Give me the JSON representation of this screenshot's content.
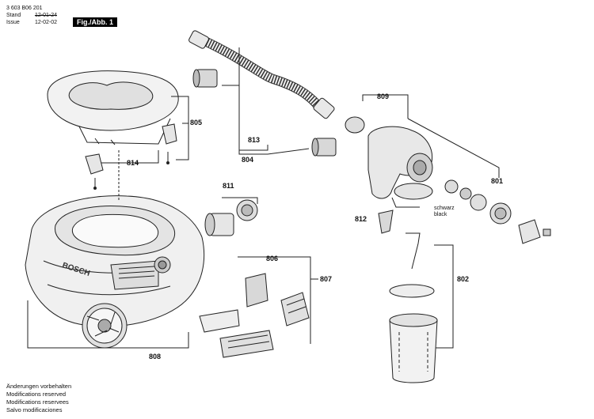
{
  "header": {
    "doc_number": "3 603 B06 201",
    "stand_label": "Stand",
    "stand_value_old": "12-01-24",
    "issue_label": "Issue",
    "issue_value": "12-02-02",
    "figure_label": "Fig./Abb. 1"
  },
  "brand_text": "BOSCH",
  "parts": {
    "p805": "805",
    "p814": "814",
    "p811": "811",
    "p813": "813",
    "p804": "804",
    "p809": "809",
    "p801": "801",
    "p812": "812",
    "p802": "802",
    "p806": "806",
    "p807": "807",
    "p808": "808"
  },
  "color_note": {
    "de": "schwarz",
    "en": "black"
  },
  "footer": [
    "Änderungen vorbehalten",
    "Modifications reserved",
    "Modifications reservees",
    "Salvo modificaciones"
  ]
}
